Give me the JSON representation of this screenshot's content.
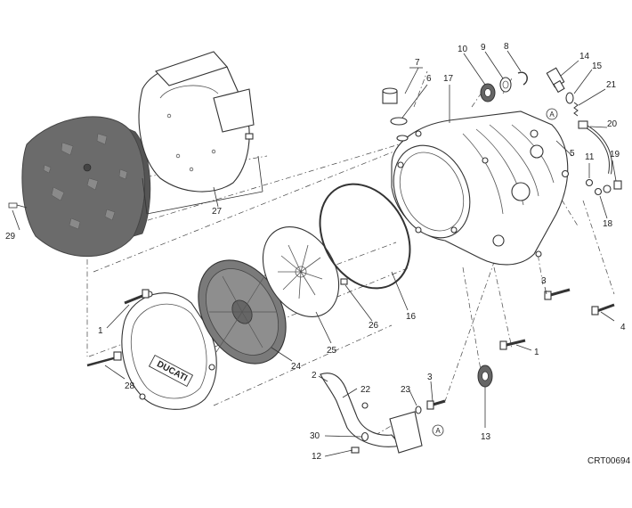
{
  "diagram": {
    "drawing_code": "CRT00694",
    "reference_mark": "A",
    "callouts": [
      "1",
      "2",
      "3",
      "4",
      "5",
      "6",
      "7",
      "8",
      "9",
      "10",
      "11",
      "12",
      "13",
      "14",
      "15",
      "16",
      "17",
      "18",
      "19",
      "20",
      "21",
      "22",
      "23",
      "24",
      "25",
      "26",
      "27",
      "28",
      "29",
      "30"
    ],
    "cover_logo": "DUCATI"
  }
}
